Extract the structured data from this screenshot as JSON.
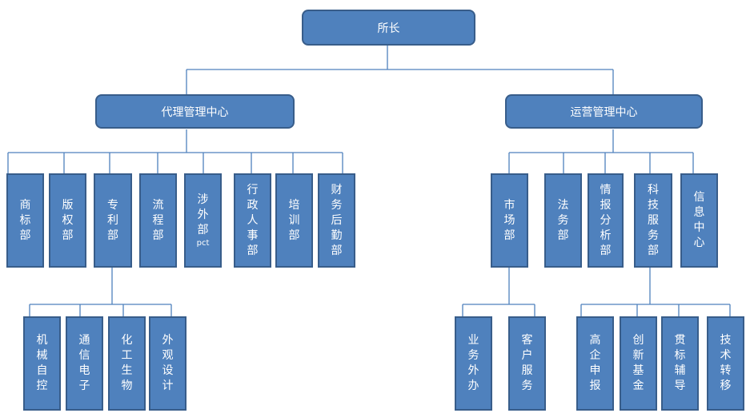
{
  "root": {
    "label": "所长"
  },
  "centers": [
    {
      "label": "代理管理中心"
    },
    {
      "label": "运营管理中心"
    }
  ],
  "departments": [
    {
      "label": "商\n标\n部"
    },
    {
      "label": "版\n权\n部"
    },
    {
      "label": "专\n利\n部"
    },
    {
      "label": "流\n程\n部"
    },
    {
      "label": "涉\n外\n部",
      "sub": "pct"
    },
    {
      "label": "行\n政\n人\n事\n部"
    },
    {
      "label": "培\n训\n部"
    },
    {
      "label": "财\n务\n后\n勤\n部"
    },
    {
      "label": "市\n场\n部"
    },
    {
      "label": "法\n务\n部"
    },
    {
      "label": "情\n报\n分\n析\n部"
    },
    {
      "label": "科\n技\n服\n务\n部"
    },
    {
      "label": "信\n息\n中\n心"
    }
  ],
  "subunits": [
    {
      "label": "机\n械\n自\n控"
    },
    {
      "label": "通\n信\n电\n子"
    },
    {
      "label": "化\n工\n生\n物"
    },
    {
      "label": "外\n观\n设\n计"
    },
    {
      "label": "业\n务\n外\n办"
    },
    {
      "label": "客\n户\n服\n务"
    },
    {
      "label": "高\n企\n申\n报"
    },
    {
      "label": "创\n新\n基\n金"
    },
    {
      "label": "贯\n标\n辅\n导"
    },
    {
      "label": "技\n术\n转\n移"
    }
  ],
  "colors": {
    "fill": "#4f81bd",
    "border": "#385d8a",
    "line": "#4f81bd",
    "text": "#ffffff"
  }
}
